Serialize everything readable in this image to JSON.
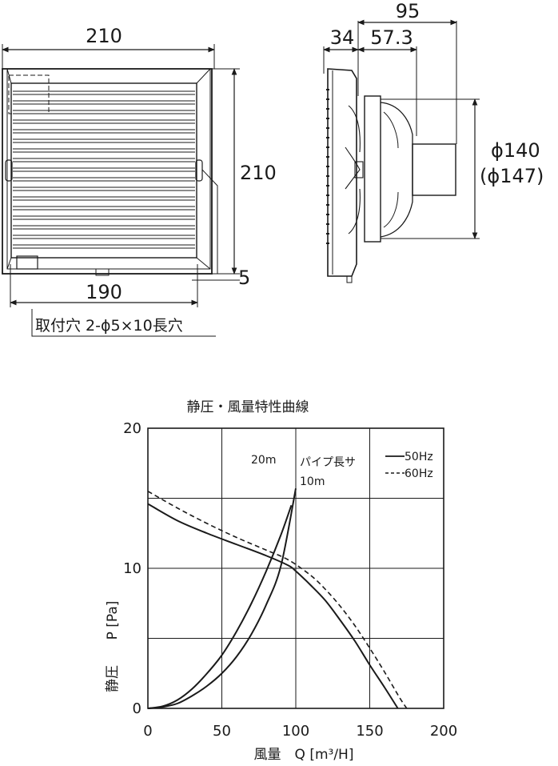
{
  "front_view": {
    "width_dim": "210",
    "height_dim": "210",
    "hole_pitch_dim": "190",
    "bottom_offset_dim": "5",
    "mounting_note": "取付穴 2-ϕ5×10長穴"
  },
  "side_view": {
    "total_depth_dim": "95",
    "front_depth_dim": "34",
    "rear_depth_dim": "57.3",
    "duct_dia_dim": "ϕ140",
    "duct_dia_alt_dim": "(ϕ147)"
  },
  "chart_data": {
    "type": "line",
    "title": "静圧・風量特性曲線",
    "xlabel": "風量　Q [m³/H]",
    "ylabel_top": "P [Pa]",
    "ylabel_bottom": "静圧",
    "xlim": [
      0,
      200
    ],
    "ylim": [
      0,
      20
    ],
    "x_ticks": [
      "0",
      "50",
      "100",
      "150",
      "200"
    ],
    "y_ticks": [
      "0",
      "10",
      "20"
    ],
    "grid": true,
    "legend_placement": "top-right",
    "series": [
      {
        "name": "50Hz",
        "style": "solid",
        "points": [
          [
            0,
            14.6
          ],
          [
            20,
            13.4
          ],
          [
            40,
            12.5
          ],
          [
            60,
            11.7
          ],
          [
            80,
            10.9
          ],
          [
            95,
            10.2
          ],
          [
            100,
            9.8
          ],
          [
            110,
            8.8
          ],
          [
            120,
            7.7
          ],
          [
            130,
            6.3
          ],
          [
            140,
            4.8
          ],
          [
            150,
            3.1
          ],
          [
            160,
            1.5
          ],
          [
            169,
            0
          ]
        ]
      },
      {
        "name": "60Hz",
        "style": "dashed",
        "points": [
          [
            0,
            15.5
          ],
          [
            20,
            14.3
          ],
          [
            40,
            13.2
          ],
          [
            60,
            12.2
          ],
          [
            80,
            11.3
          ],
          [
            95,
            10.6
          ],
          [
            110,
            9.5
          ],
          [
            120,
            8.5
          ],
          [
            130,
            7.3
          ],
          [
            140,
            5.9
          ],
          [
            150,
            4.3
          ],
          [
            160,
            2.6
          ],
          [
            170,
            0.8
          ],
          [
            175,
            0
          ]
        ]
      },
      {
        "name": "20m",
        "style": "solid",
        "points": [
          [
            0,
            0
          ],
          [
            10,
            0.15
          ],
          [
            20,
            0.6
          ],
          [
            30,
            1.4
          ],
          [
            40,
            2.5
          ],
          [
            50,
            3.8
          ],
          [
            60,
            5.5
          ],
          [
            70,
            7.5
          ],
          [
            80,
            9.8
          ],
          [
            90,
            12.4
          ],
          [
            97,
            14.5
          ]
        ]
      },
      {
        "name": "10m",
        "style": "solid",
        "points": [
          [
            0,
            0
          ],
          [
            10,
            0.1
          ],
          [
            20,
            0.35
          ],
          [
            30,
            0.9
          ],
          [
            40,
            1.6
          ],
          [
            50,
            2.5
          ],
          [
            60,
            3.7
          ],
          [
            70,
            5.3
          ],
          [
            80,
            7.4
          ],
          [
            90,
            10.2
          ],
          [
            100,
            15.7
          ]
        ]
      }
    ],
    "annotations": {
      "pipe_length_label": "パイプ長サ",
      "curve_20m": "20m",
      "curve_10m": "10m"
    },
    "legend": {
      "solid": "50Hz",
      "dashed": "60Hz"
    }
  }
}
